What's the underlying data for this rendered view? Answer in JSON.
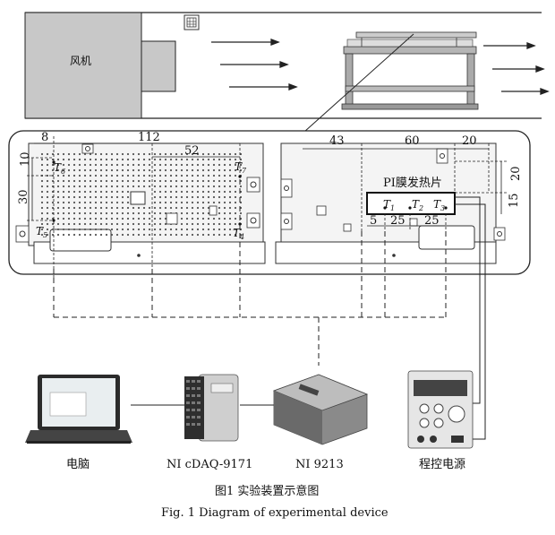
{
  "top": {
    "fan_label": "风机",
    "fan_icon": "fan-box"
  },
  "dims": {
    "d8": "8",
    "d112": "112",
    "d52": "52",
    "d10": "10",
    "d30": "30",
    "d43": "43",
    "d60": "60",
    "d20a": "20",
    "d20b": "20",
    "d15": "15",
    "d5": "5",
    "d25a": "25",
    "d25b": "25"
  },
  "heater_label": "PI膜发热片",
  "sensors": {
    "T6": {
      "base": "T",
      "sub": "6"
    },
    "T7": {
      "base": "T",
      "sub": "7"
    },
    "T5": {
      "base": "T",
      "sub": "5"
    },
    "T4": {
      "base": "T",
      "sub": "4"
    },
    "T1": {
      "base": "T",
      "sub": "1"
    },
    "T2": {
      "base": "T",
      "sub": "2"
    },
    "T3": {
      "base": "T",
      "sub": "3"
    }
  },
  "devices": [
    {
      "label": "电脑",
      "icon": "laptop-icon"
    },
    {
      "label": "NI cDAQ-9171",
      "icon": "daq-chassis-icon"
    },
    {
      "label": "NI 9213",
      "icon": "thermocouple-module-icon"
    },
    {
      "label": "程控电源",
      "icon": "power-supply-icon"
    }
  ],
  "caption_cn": "图1   实验装置示意图",
  "caption_en": "Fig. 1    Diagram of experimental device",
  "colors": {
    "line": "#222222",
    "fan_fill": "#c8c8c8",
    "board_fill": "#f4f4f4"
  }
}
